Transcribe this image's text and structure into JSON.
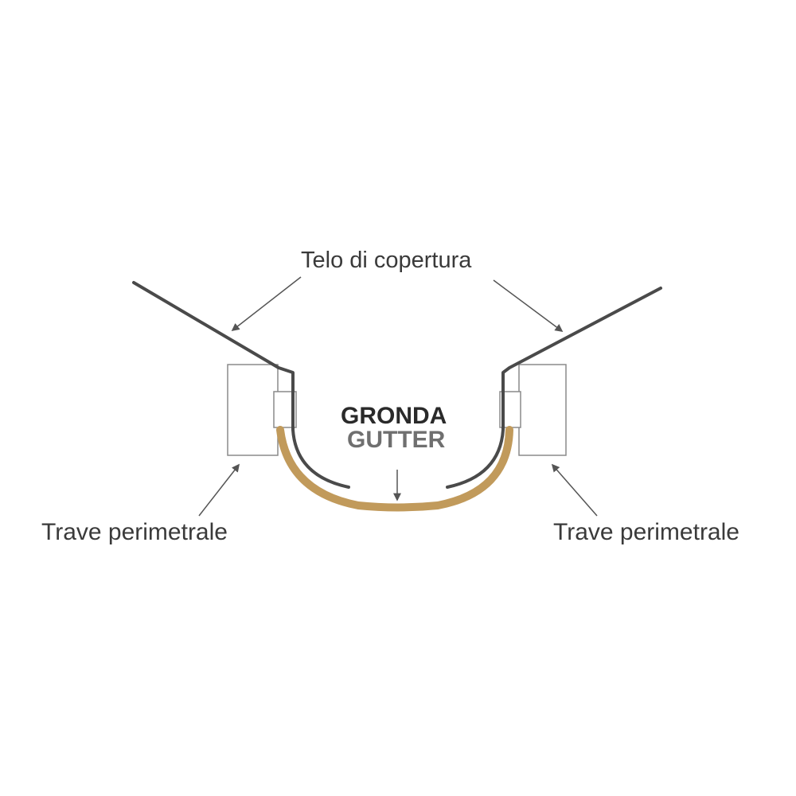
{
  "labels": {
    "cover_sheet": "Telo di copertura",
    "gutter_it": "GRONDA",
    "gutter_en": "GUTTER",
    "beam_left": "Trave perimetrale",
    "beam_right": "Trave perimetrale"
  },
  "colors": {
    "background": "#ffffff",
    "line": "#4a4a4a",
    "gutter_fill": "#c19a5b",
    "beam_outline": "#8a8a8a",
    "arrow": "#5a5a5a",
    "text_dark": "#2a2a2a",
    "text_gray": "#6f6f6f"
  }
}
